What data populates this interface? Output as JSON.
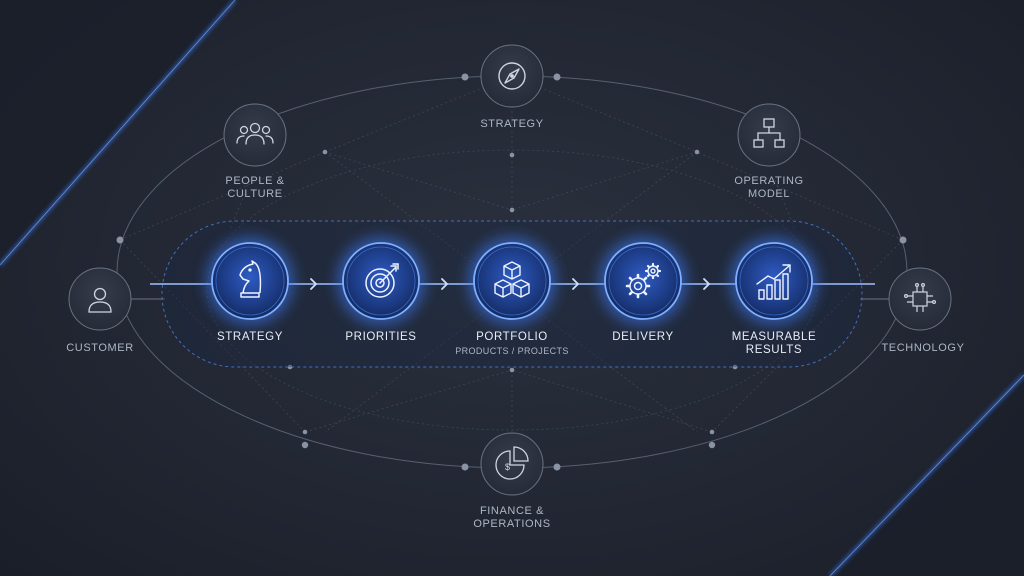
{
  "outer_nodes": [
    {
      "id": "strategy",
      "lines": [
        "STRATEGY"
      ],
      "icon": "compass-icon"
    },
    {
      "id": "people-culture",
      "lines": [
        "PEOPLE &",
        "CULTURE"
      ],
      "icon": "people-icon"
    },
    {
      "id": "operating-model",
      "lines": [
        "OPERATING",
        "MODEL"
      ],
      "icon": "org-chart-icon"
    },
    {
      "id": "customer",
      "lines": [
        "CUSTOMER"
      ],
      "icon": "user-icon"
    },
    {
      "id": "technology",
      "lines": [
        "TECHNOLOGY"
      ],
      "icon": "chip-icon"
    },
    {
      "id": "finance-operations",
      "lines": [
        "FINANCE &",
        "OPERATIONS"
      ],
      "icon": "pie-chart-dollar-icon"
    }
  ],
  "flow_steps": [
    {
      "id": "strategy",
      "lines": [
        "STRATEGY"
      ],
      "sub": "",
      "icon": "chess-knight-icon"
    },
    {
      "id": "priorities",
      "lines": [
        "PRIORITIES"
      ],
      "sub": "",
      "icon": "target-icon"
    },
    {
      "id": "portfolio",
      "lines": [
        "PORTFOLIO"
      ],
      "sub": "PRODUCTS / PROJECTS",
      "icon": "cubes-icon"
    },
    {
      "id": "delivery",
      "lines": [
        "DELIVERY"
      ],
      "sub": "",
      "icon": "gears-icon"
    },
    {
      "id": "measurable-results",
      "lines": [
        "MEASURABLE",
        "RESULTS"
      ],
      "sub": "",
      "icon": "growth-chart-icon"
    }
  ],
  "colors": {
    "background": "#1e2330",
    "accent": "#3d7dff",
    "glow": "#4f8cff",
    "line": "#6b7383",
    "text": "#aeb6c4"
  }
}
